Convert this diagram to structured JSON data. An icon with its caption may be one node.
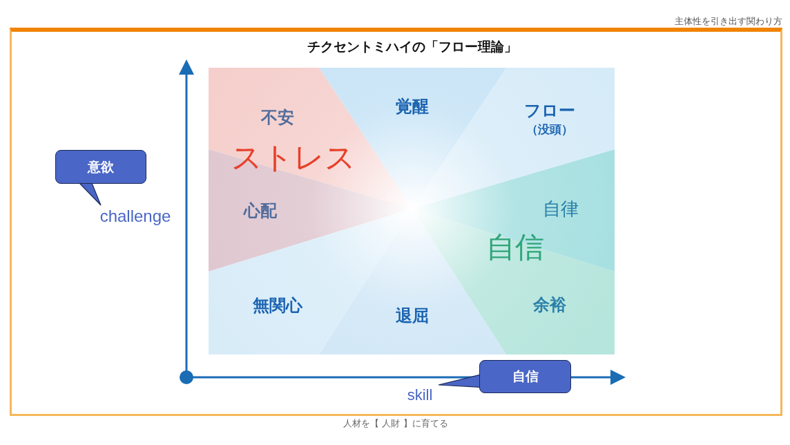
{
  "diagram": {
    "title": "チクセントミハイの「フロー理論」",
    "nodes": [
      {
        "text": [
          "意欲"
        ]
      },
      {
        "text": [
          "challenge"
        ]
      },
      {
        "text": [
          "自信"
        ]
      },
      {
        "text": [
          "skill"
        ]
      }
    ],
    "edges": [
      {
        "from": 0,
        "to": 1,
        "arrow": "to"
      },
      {
        "from": 2,
        "to": 3,
        "arrow": "to"
      }
    ],
    "labels": [
      "主体性を引き出す関わり方",
      "不安",
      "覚醒",
      "フロー",
      "（没頭）",
      "ストレス",
      "心配",
      "自律",
      "自信",
      "無関心",
      "余裕",
      "退屈",
      "人材を【 人財 】に育てる"
    ]
  }
}
